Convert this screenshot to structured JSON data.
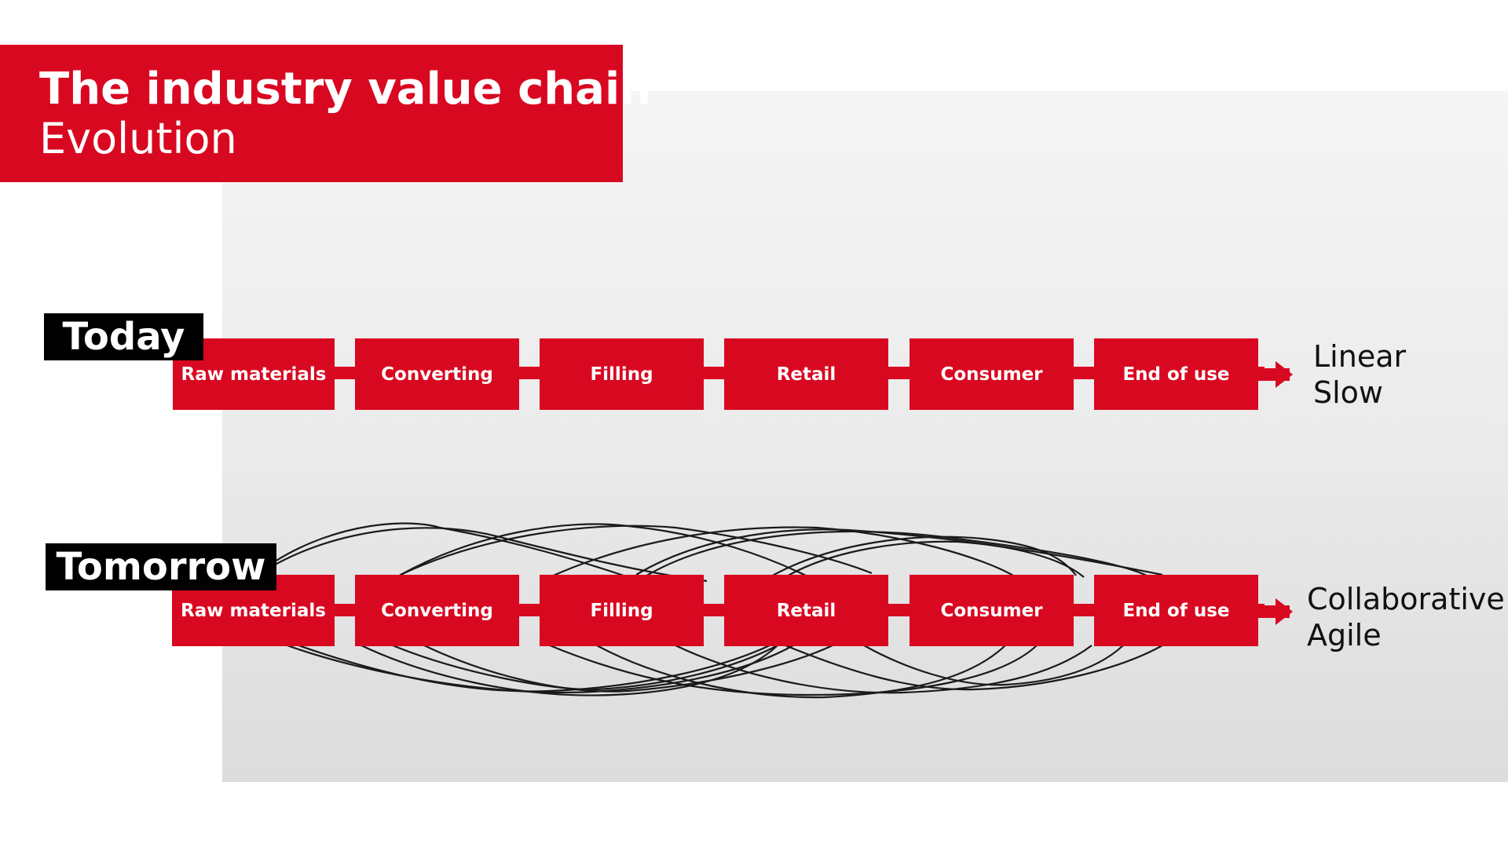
{
  "title": {
    "main": "The industry value chain",
    "sub": "Evolution"
  },
  "today": {
    "tag": "Today",
    "steps": [
      "Raw materials",
      "Converting",
      "Filling",
      "Retail",
      "Consumer",
      "End of use"
    ],
    "descriptors": [
      "Linear",
      "Slow"
    ]
  },
  "tomorrow": {
    "tag": "Tomorrow",
    "steps": [
      "Raw materials",
      "Converting",
      "Filling",
      "Retail",
      "Consumer",
      "End of use"
    ],
    "descriptors": [
      "Collaborative",
      "Agile"
    ]
  },
  "colors": {
    "accent": "#d90821",
    "tag_bg": "#000000",
    "text_on_accent": "#ffffff"
  }
}
